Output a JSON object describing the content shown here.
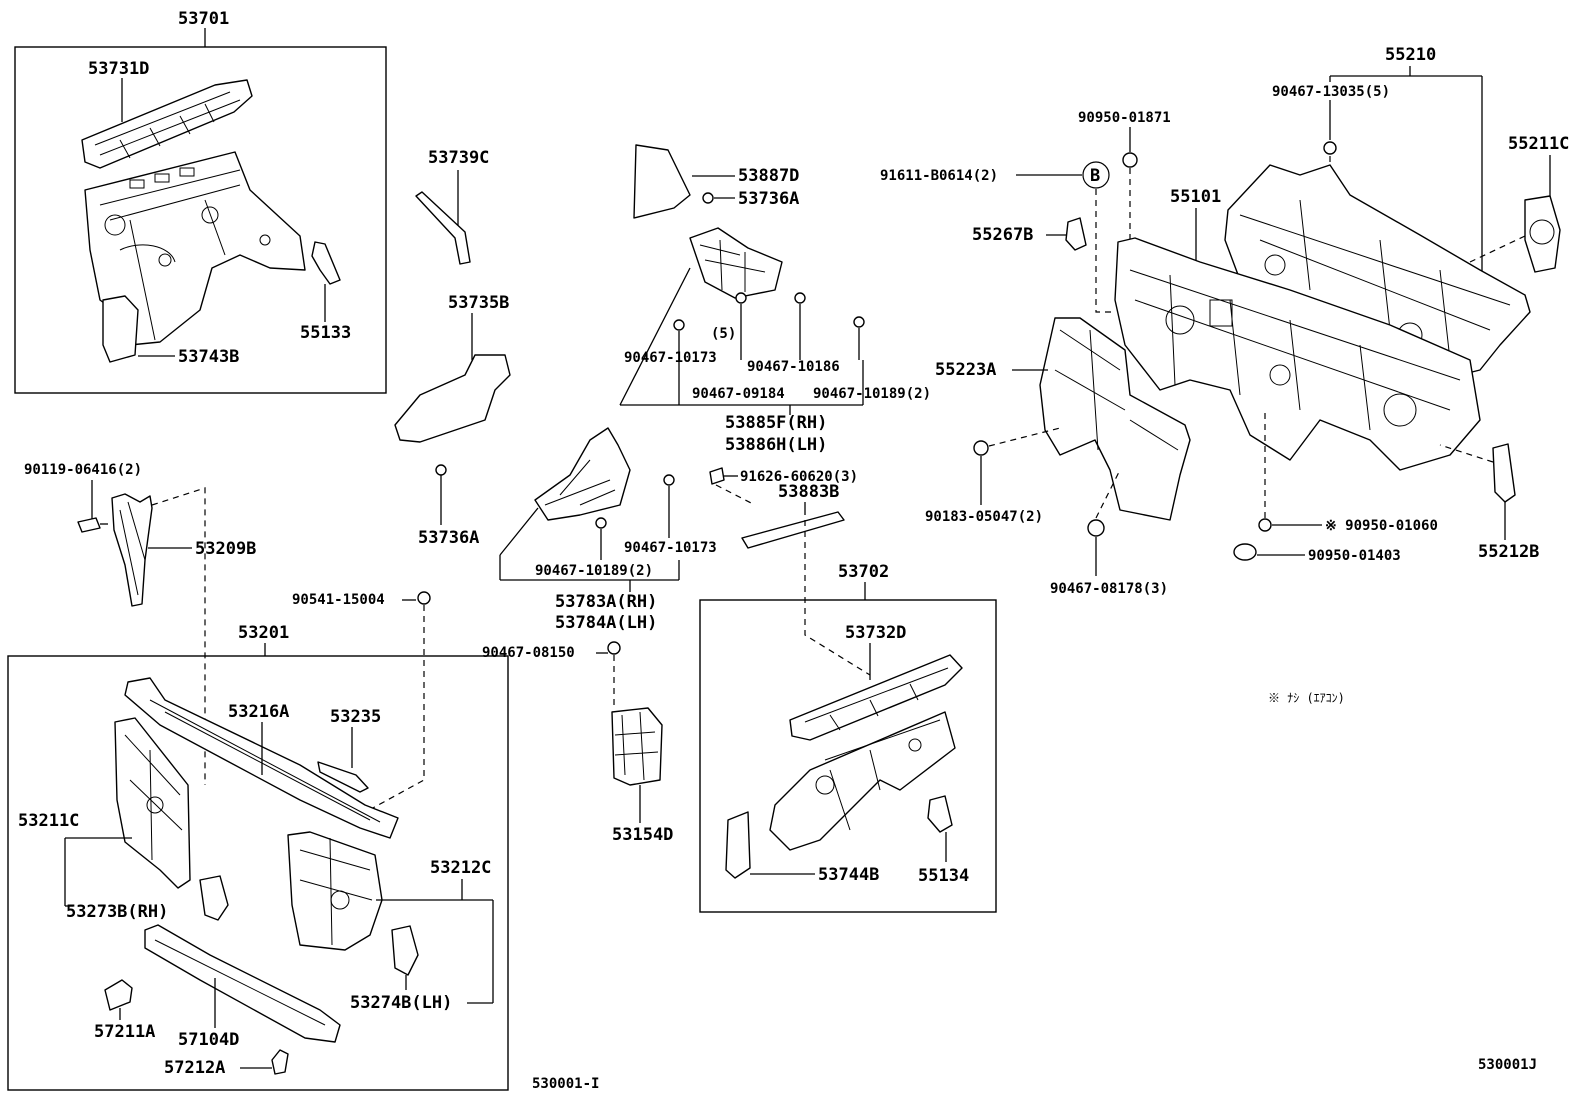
{
  "diagram": {
    "labels": {
      "p53701": "53701",
      "p53731D": "53731D",
      "p55133": "55133",
      "p53743B": "53743B",
      "p53739C": "53739C",
      "p53735B": "53735B",
      "p53736A_l": "53736A",
      "p53887D": "53887D",
      "p53736A_r": "53736A",
      "p90467_10173_a": "90467-10173",
      "qty5": "(5)",
      "p90467_10186": "90467-10186",
      "p90467_09184": "90467-09184",
      "p90467_10189_2a": "90467-10189(2)",
      "p53885F": "53885F(RH)",
      "p53886H": "53886H(LH)",
      "p91626": "91626-60620(3)",
      "p53883B": "53883B",
      "p90467_10189_2b": "90467-10189(2)",
      "p90467_10173_b": "90467-10173",
      "p53783A": "53783A(RH)",
      "p53784A": "53784A(LH)",
      "p90119": "90119-06416(2)",
      "p53209B": "53209B",
      "p90541": "90541-15004",
      "p90467_08150": "90467-08150",
      "p53154D": "53154D",
      "p53201": "53201",
      "p53216A": "53216A",
      "p53235": "53235",
      "p53211C": "53211C",
      "p53273B": "53273B(RH)",
      "p53212C": "53212C",
      "p53274B": "53274B(LH)",
      "p57211A": "57211A",
      "p57104D": "57104D",
      "p57212A": "57212A",
      "p53702": "53702",
      "p53732D": "53732D",
      "p53744B": "53744B",
      "p55134": "55134",
      "p55210": "55210",
      "p90467_13035": "90467-13035(5)",
      "p90950_01871": "90950-01871",
      "p55211C": "55211C",
      "p91611": "91611-B0614(2)",
      "circleB": "B",
      "p55101": "55101",
      "p55267B": "55267B",
      "p55223A": "55223A",
      "p90183": "90183-05047(2)",
      "p90467_08178": "90467-08178(3)",
      "p90950_01060": "※ 90950-01060",
      "p90950_01403": "90950-01403",
      "p55212B": "55212B",
      "note": "※ ﾅｼ (ｴｱｺﾝ)",
      "code_left": "530001-I",
      "code_right": "530001J"
    }
  }
}
